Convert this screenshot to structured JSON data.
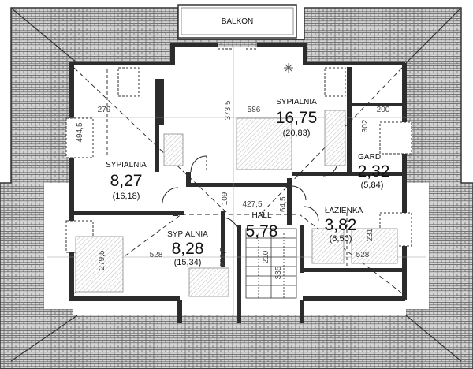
{
  "balcony": {
    "label": "BALKON"
  },
  "rooms": [
    {
      "id": "bedroom-1",
      "name": "SYPIALNIA",
      "area": "16,75",
      "area2": "(20,83)"
    },
    {
      "id": "bedroom-2",
      "name": "SYPIALNIA",
      "area": "8,27",
      "area2": "(16,18)"
    },
    {
      "id": "bedroom-3",
      "name": "SYPIALNIA",
      "area": "8,28",
      "area2": "(15,34)"
    },
    {
      "id": "hall",
      "name": "HALL",
      "area": "5,78",
      "area2": ""
    },
    {
      "id": "wardrobe",
      "name": "GARD.",
      "area": "2,32",
      "area2": "(5,84)"
    },
    {
      "id": "bathroom",
      "name": "ŁAZIENKA",
      "area": "3,82",
      "area2": "(6,50)"
    }
  ],
  "dimensions": {
    "d_586": "586",
    "d_3735": "373,5",
    "d_279": "279",
    "d_4945": "494,5",
    "d_200": "200",
    "d_302": "302",
    "d_109": "109",
    "d_4275": "427,5",
    "d_1645": "164,5",
    "d_231": "231",
    "d_528a": "528",
    "d_528b": "528",
    "d_2795": "279,5",
    "d_2785": "278,5",
    "d_210": "210",
    "d_335": "335"
  },
  "colors": {
    "roof_tile": "#9a9a9a",
    "roof_line": "#4a4a4a",
    "wall": "#2c2c2c",
    "floor": "#ffffff",
    "fixture": "#c8c8c8"
  }
}
